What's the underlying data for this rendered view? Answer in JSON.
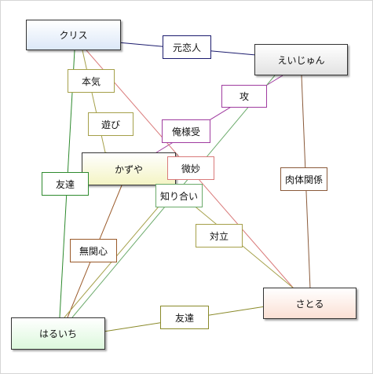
{
  "nodes": {
    "kurisu": {
      "label": "クリス",
      "color": "#dce8f8"
    },
    "eijun": {
      "label": "えいじゅん",
      "color": "#e2e2e2"
    },
    "kazuya": {
      "label": "かずや",
      "color": "#f4f4c4"
    },
    "satoru": {
      "label": "さとる",
      "color": "#fbe0d4"
    },
    "haruichi": {
      "label": "はるいち",
      "color": "#dcf8dc"
    }
  },
  "edges": {
    "motokoibito": {
      "label": "元恋人",
      "color": "#1c1c6e"
    },
    "honki": {
      "label": "本気",
      "color": "#a5a04a"
    },
    "asobi": {
      "label": "遊び",
      "color": "#a5a04a"
    },
    "seme": {
      "label": "攻",
      "color": "#a03ca0"
    },
    "oresamauke": {
      "label": "俺様受",
      "color": "#a03ca0"
    },
    "bimyou": {
      "label": "微妙",
      "color": "#d97a7a"
    },
    "nikutai": {
      "label": "肉体関係",
      "color": "#8a5a3a"
    },
    "tomodachi1": {
      "label": "友達",
      "color": "#2e8a2e"
    },
    "shiriai": {
      "label": "知り合い",
      "color": "#6aaa6a"
    },
    "tairitsu": {
      "label": "対立",
      "color": "#a5a04a"
    },
    "mukanshin": {
      "label": "無関心",
      "color": "#9a5a2a"
    },
    "tomodachi2": {
      "label": "友達",
      "color": "#8a8a2a"
    }
  }
}
